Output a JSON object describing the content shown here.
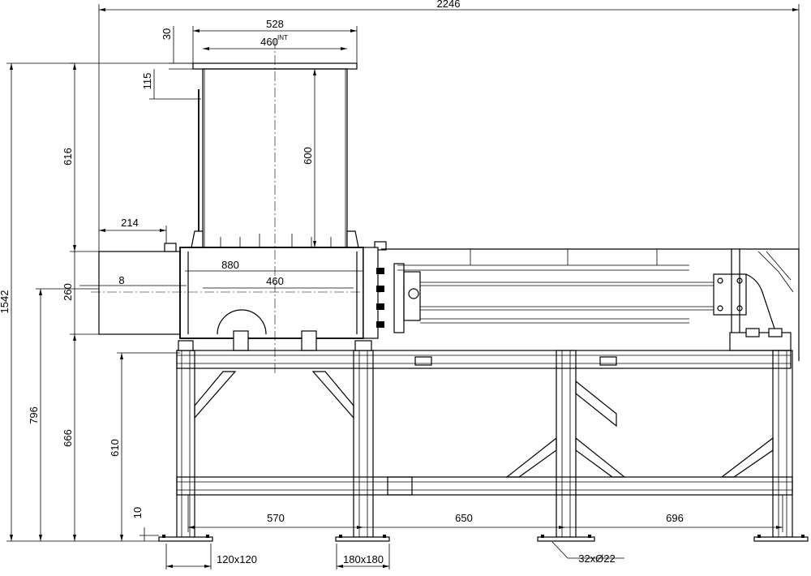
{
  "dimensions": {
    "overall_length": "2246",
    "hopper_outer_width": "528",
    "hopper_inner_width": "460",
    "hopper_inner_width_suffix": "INT",
    "flange_thickness": "30",
    "flange_offset": "115",
    "hopper_height": "616",
    "hopper_inner_height": "600",
    "inlet_length": "214",
    "chamber_length": "880",
    "chamber_inner": "460",
    "wall_gap": "8",
    "chamber_height": "260",
    "total_height": "1542",
    "frame_height_a": "796",
    "frame_height_b": "666",
    "frame_height_c": "610",
    "base_plate_thickness": "10",
    "span_1": "570",
    "span_2": "650",
    "span_3": "696",
    "leg_section_small": "120x120",
    "leg_section_large": "180x180",
    "anchor_holes": "32xØ22"
  }
}
